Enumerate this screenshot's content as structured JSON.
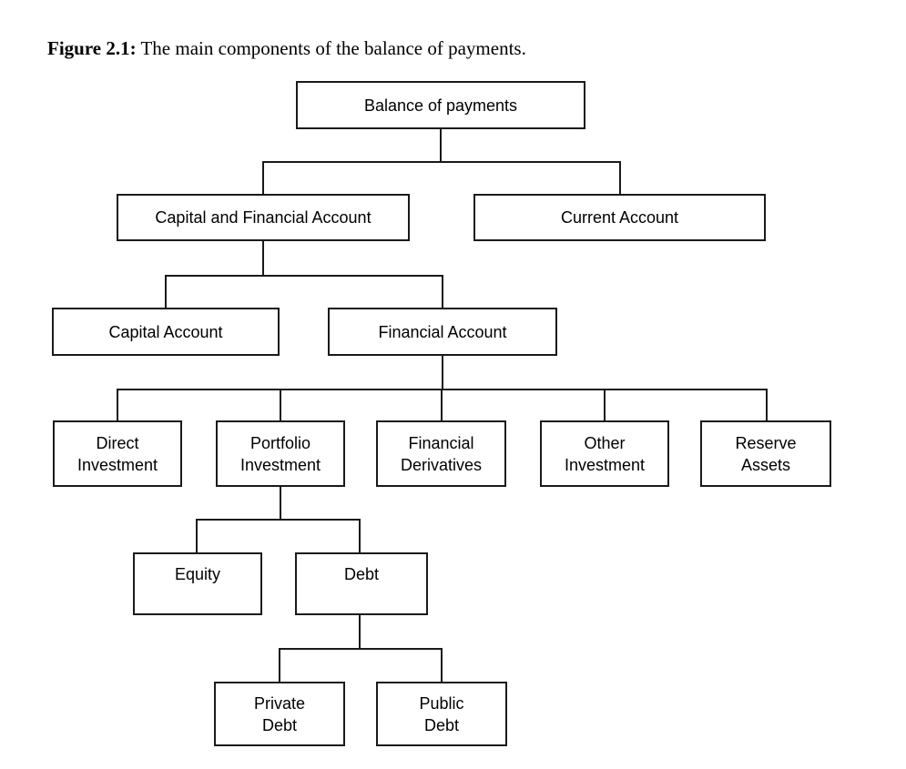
{
  "figure": {
    "label": "Figure 2.1:",
    "caption": "The main components of the balance of payments."
  },
  "diagram": {
    "type": "tree",
    "colors": {
      "background": "#ffffff",
      "line": "#1a1a1a",
      "box_border": "#1a1a1a",
      "text": "#000000"
    },
    "nodes": {
      "balance_of_payments": {
        "label": "Balance of payments"
      },
      "capital_and_financial_account": {
        "label": "Capital and Financial Account"
      },
      "current_account": {
        "label": "Current Account"
      },
      "capital_account": {
        "label": "Capital Account"
      },
      "financial_account": {
        "label": "Financial Account"
      },
      "direct_investment": {
        "label": [
          "Direct",
          "Investment"
        ]
      },
      "portfolio_investment": {
        "label": [
          "Portfolio",
          "Investment"
        ]
      },
      "financial_derivatives": {
        "label": [
          "Financial",
          "Derivatives"
        ]
      },
      "other_investment": {
        "label": [
          "Other",
          "Investment"
        ]
      },
      "reserve_assets": {
        "label": [
          "Reserve",
          "Assets"
        ]
      },
      "equity": {
        "label": "Equity"
      },
      "debt": {
        "label": "Debt"
      },
      "private_debt": {
        "label": [
          "Private",
          "Debt"
        ]
      },
      "public_debt": {
        "label": [
          "Public",
          "Debt"
        ]
      }
    },
    "edges": [
      {
        "from": "balance_of_payments",
        "to": [
          "capital_and_financial_account",
          "current_account"
        ]
      },
      {
        "from": "capital_and_financial_account",
        "to": [
          "capital_account",
          "financial_account"
        ]
      },
      {
        "from": "financial_account",
        "to": [
          "direct_investment",
          "portfolio_investment",
          "financial_derivatives",
          "other_investment",
          "reserve_assets"
        ]
      },
      {
        "from": "portfolio_investment",
        "to": [
          "equity",
          "debt"
        ]
      },
      {
        "from": "debt",
        "to": [
          "private_debt",
          "public_debt"
        ]
      }
    ]
  }
}
